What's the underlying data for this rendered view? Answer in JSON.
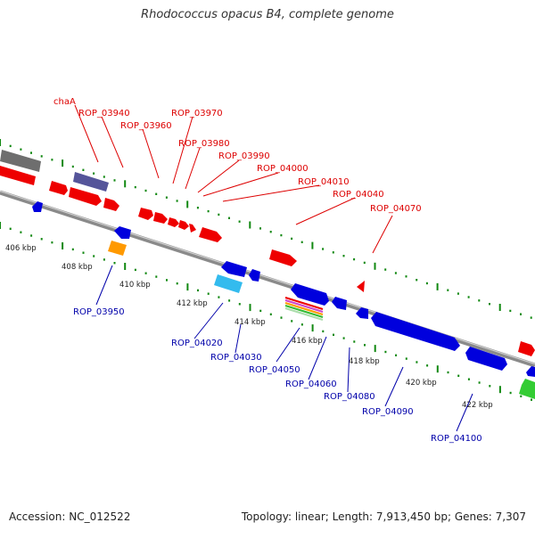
{
  "title": "Rhodococcus opacus B4, complete genome",
  "footer": {
    "accession": "Accession: NC_012522",
    "summary": "Topology: linear; Length: 7,913,450 bp; Genes: 7,307"
  },
  "colors": {
    "top_label": "#dd0000",
    "bottom_label": "#0000aa",
    "backbone": "#8a8a8a",
    "tick": "#118811",
    "red_gene": "#ee0000",
    "blue_gene": "#0000dd",
    "purple_gene": "#55559a",
    "gray_gene": "#707070",
    "orange_gene": "#ff9900",
    "cyan_gene": "#33bbee",
    "green_gene": "#33cc33"
  },
  "scale_labels": [
    "406 kbp",
    "408 kbp",
    "410 kbp",
    "412 kbp",
    "414 kbp",
    "416 kbp",
    "418 kbp",
    "420 kbp",
    "422 kbp"
  ],
  "top_genes": [
    "chaA",
    "ROP_03940",
    "ROP_03960",
    "ROP_03970",
    "ROP_03980",
    "ROP_03990",
    "ROP_04000",
    "ROP_04010",
    "ROP_04040",
    "ROP_04070"
  ],
  "bottom_genes": [
    "ROP_03950",
    "ROP_04020",
    "ROP_04030",
    "ROP_04050",
    "ROP_04060",
    "ROP_04080",
    "ROP_04090",
    "ROP_04100"
  ]
}
